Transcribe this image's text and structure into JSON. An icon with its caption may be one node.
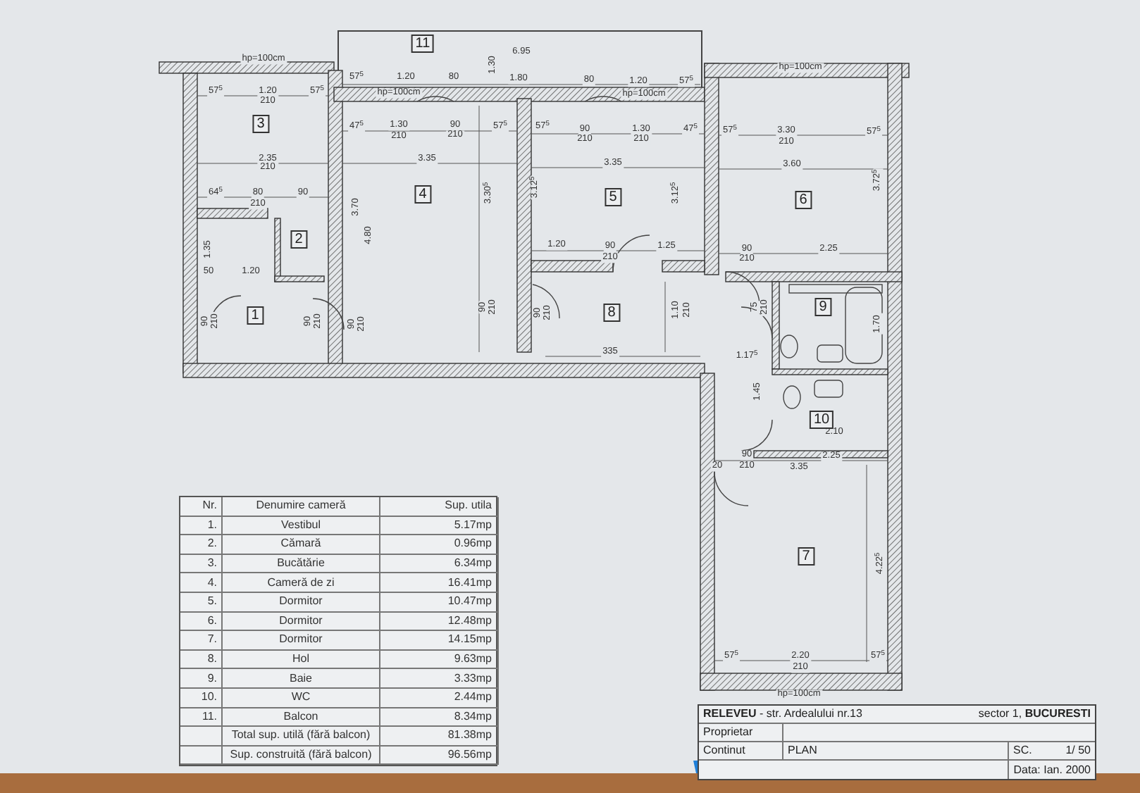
{
  "diagram": {
    "nodes": [
      {
        "text": [
          "11"
        ]
      },
      {
        "text": [
          "3"
        ]
      },
      {
        "text": [
          "4"
        ]
      },
      {
        "text": [
          "5"
        ]
      },
      {
        "text": [
          "6"
        ]
      },
      {
        "text": [
          "2"
        ]
      },
      {
        "text": [
          "1"
        ]
      },
      {
        "text": [
          "8"
        ]
      },
      {
        "text": [
          "9"
        ]
      },
      {
        "text": [
          "10"
        ]
      },
      {
        "text": [
          "7"
        ]
      }
    ],
    "labels": [
      "hp=100cm",
      "6.95",
      "1.30",
      "57$^{5}$",
      "1.20",
      "80",
      "1.80",
      "80",
      "1.20",
      "57$^{5}$",
      "hp=100cm",
      "hp=100cm",
      "hp=100cm",
      "57$^{5}$",
      "1.20",
      "57$^{5}$",
      "210",
      "47$^{5}$",
      "1.30",
      "90",
      "57$^{5}$",
      "57$^{5}$",
      "90",
      "1.30",
      "47$^{5}$",
      "57$^{5}$",
      "3.30",
      "57$^{5}$",
      "210",
      "210",
      "210",
      "210",
      "210",
      "2.35",
      "3.35",
      "3.35",
      "3.60",
      "210",
      "3.72$^{5}$",
      "3.70",
      "3.30$^{5}$",
      "3.12$^{5}$",
      "3.12$^{5}$",
      "64$^{5}$",
      "80",
      "90",
      "210",
      "4.80",
      "1.20",
      "90",
      "1.25",
      "90",
      "2.25",
      "210",
      "210",
      "1.35",
      "50",
      "1.20",
      "1.10",
      "210",
      "1.70",
      "335",
      "1.17$^{5}$",
      "1.45",
      "2.10",
      "90",
      "2.25",
      "20",
      "210",
      "3.35",
      "4.22$^{5}$",
      "57$^{5}$",
      "2.20",
      "57$^{5}$",
      "210",
      "hp=100cm",
      "90",
      "210",
      "90",
      "210",
      "90",
      "210",
      "90",
      "210",
      "90",
      "210",
      "75",
      "210",
      "Nr.",
      "Denumire cameră",
      "Sup. utila",
      "1.",
      "Vestibul",
      "5.17mp",
      "2.",
      "Cămară",
      "0.96mp",
      "3.",
      "Bucătărie",
      "6.34mp",
      "4.",
      "Cameră de zi",
      "16.41mp",
      "5.",
      "Dormitor",
      "10.47mp",
      "6.",
      "Dormitor",
      "12.48mp",
      "7.",
      "Dormitor",
      "14.15mp",
      "8.",
      "Hol",
      "9.63mp",
      "9.",
      "Baie",
      "3.33mp",
      "10.",
      "WC",
      "2.44mp",
      "11.",
      "Balcon",
      "8.34mp",
      "Total sup. utilă (fără balcon)",
      "81.38mp",
      "Sup. construită (fără balcon)",
      "96.56mp",
      "**RELEVEU** - str. Ardealului nr.13",
      "sector 1, **BUCURESTI**",
      "Proprietar",
      "Continut",
      "PLAN",
      "SC.",
      "1/ 50",
      "Data: Ian. 2000"
    ]
  }
}
